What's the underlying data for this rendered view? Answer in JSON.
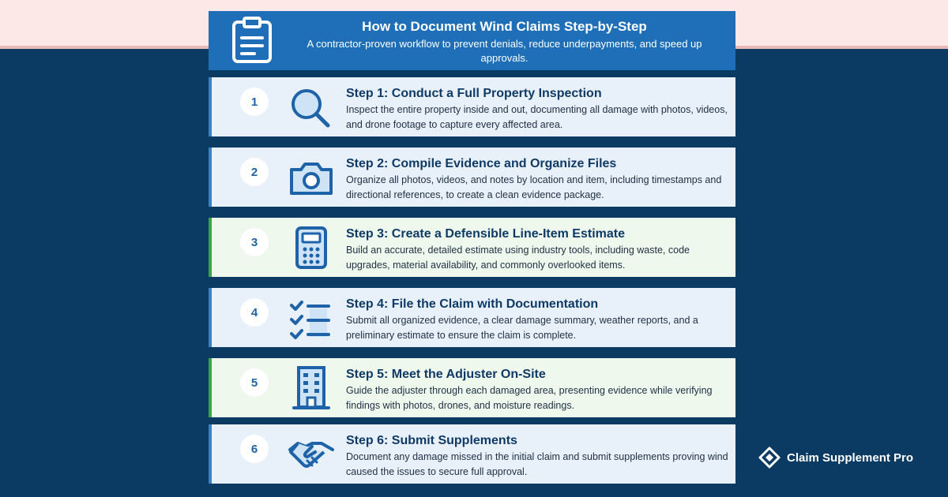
{
  "header": {
    "title": "How to Document Wind Claims Step-by-Step",
    "subtitle": "A contractor-proven workflow to prevent denials, reduce underpayments, and speed up approvals.",
    "icon": "clipboard-icon"
  },
  "steps": [
    {
      "number": "1",
      "title": "Step 1: Conduct a Full Property Inspection",
      "description": "Inspect the entire property inside and out, documenting all damage with photos, videos, and drone footage to capture every affected area.",
      "icon": "magnifier-icon"
    },
    {
      "number": "2",
      "title": "Step 2: Compile Evidence and Organize Files",
      "description": "Organize all photos, videos, and notes by location and item, including timestamps and directional references, to create a clean evidence package.",
      "icon": "camera-icon"
    },
    {
      "number": "3",
      "title": "Step 3: Create a Defensible Line-Item Estimate",
      "description": "Build an accurate, detailed estimate using industry tools, including waste, code upgrades, material availability, and commonly overlooked items.",
      "icon": "calculator-icon"
    },
    {
      "number": "4",
      "title": "Step 4: File the Claim with Documentation",
      "description": "Submit all organized evidence, a clear damage summary, weather reports, and a preliminary estimate to ensure the claim is complete.",
      "icon": "checklist-icon"
    },
    {
      "number": "5",
      "title": "Step 5: Meet the Adjuster On-Site",
      "description": "Guide the adjuster through each damaged area, presenting evidence while verifying findings with photos, drones, and moisture readings.",
      "icon": "building-icon"
    },
    {
      "number": "6",
      "title": "Step 6: Submit Supplements",
      "description": "Document any damage missed in the initial claim and submit supplements proving wind caused the issues to secure full approval.",
      "icon": "handshake-icon"
    }
  ],
  "brand": {
    "name": "Claim Supplement Pro",
    "icon": "diamond-logo-icon"
  },
  "colors": {
    "background": "#0b3a62",
    "top_band": "#fde8e8",
    "header": "#1e6fb8",
    "step_blue": "#e8f0fa",
    "step_green": "#eef8ec",
    "accent_blue": "#3b82c4",
    "accent_green": "#3aa346",
    "title_text": "#0f3a66"
  }
}
